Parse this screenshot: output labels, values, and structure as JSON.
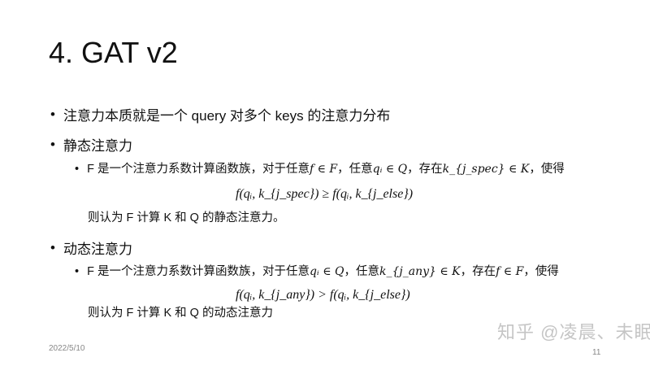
{
  "slide": {
    "title": "4. GAT v2",
    "bullets": [
      {
        "text": "注意力本质就是一个 query 对多个 keys 的注意力分布"
      },
      {
        "text": "静态注意力",
        "sub": {
          "prefix": "F 是一个注意力系数计算函数族，对于任意 ",
          "m1": "f ∈ F",
          "t2": " ，任意 ",
          "m2": "qᵢ ∈ Q",
          "t3": " ，存在 ",
          "m3": "k_{j_spec} ∈ K",
          "t4": "，使得"
        },
        "formula": "f(qᵢ, k_{j_spec}) ≥ f(qᵢ, k_{j_else})",
        "conclusion": "则认为 F 计算 K 和 Q 的静态注意力。"
      },
      {
        "text": "动态注意力",
        "sub": {
          "prefix": "F 是一个注意力系数计算函数族，对于任意 ",
          "m1": "qᵢ ∈ Q",
          "t2": "，任意 ",
          "m2": "k_{j_any} ∈ K",
          "t3": "，存在 ",
          "m3": "f ∈ F",
          "t4": "，使得"
        },
        "formula": "f(qᵢ, k_{j_any}) > f(qᵢ, k_{j_else})",
        "conclusion": "则认为 F 计算 K 和 Q 的动态注意力"
      }
    ],
    "footer": {
      "date": "2022/5/10",
      "page": "11"
    },
    "watermark": "知乎 @凌晨、未眠"
  }
}
